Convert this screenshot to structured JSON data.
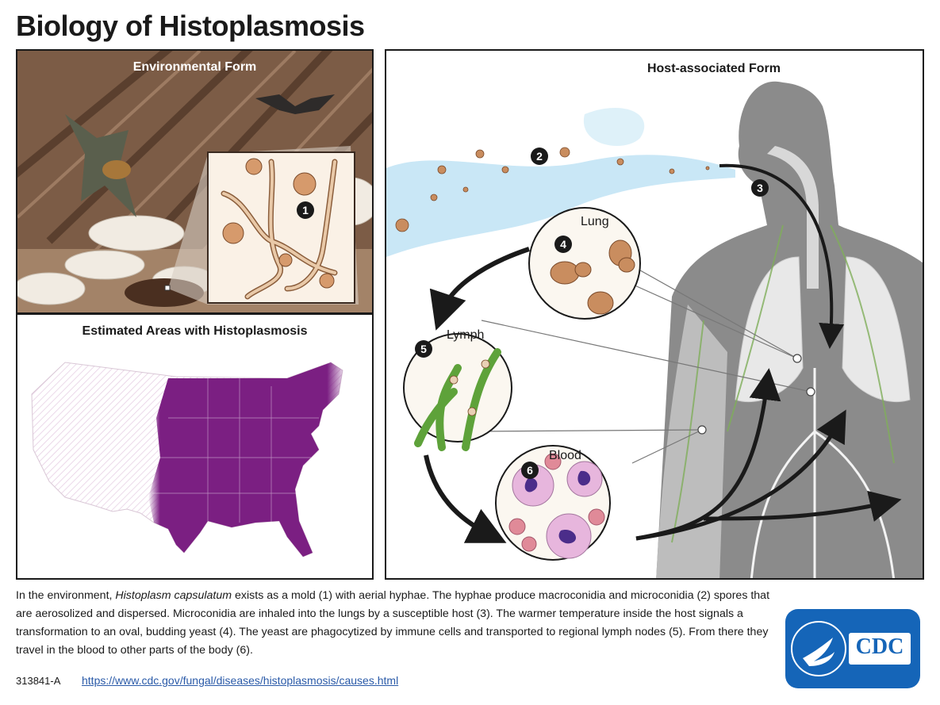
{
  "title": "Biology of Histoplasmosis",
  "panels": {
    "environmental": "Environmental Form",
    "map": "Estimated Areas with Histoplasmosis",
    "host": "Host-associated Form"
  },
  "stage_numbers": [
    "1",
    "2",
    "3",
    "4",
    "5",
    "6"
  ],
  "circle_labels": {
    "lung": "Lung",
    "lymph": "Lymph",
    "blood": "Blood"
  },
  "description": {
    "part1": "In the environment, ",
    "organism": "Histoplasm capsulatum",
    "part2": " exists as a mold (1) with aerial hyphae. The hyphae produce macroconidia and microconidia (2) spores that are aerosolized and dispersed. Microconidia are inhaled into the lungs by a susceptible host (3). The warmer temperature inside the host signals a transformation to an oval, budding yeast (4). The yeast are phagocytized by immune cells and transported to regional lymph nodes (5). From there they travel in the blood to other parts of the body (6)."
  },
  "footer": {
    "id": "313841-A",
    "url": "https://www.cdc.gov/fungal/diseases/histoplasmosis/causes.html"
  },
  "logo": {
    "text": "CDC"
  },
  "colors": {
    "map_purple": "#7b1f82",
    "air_blue": "#bfe3f5",
    "lymph_green": "#5ea23a",
    "cdc_blue": "#1565b8"
  }
}
